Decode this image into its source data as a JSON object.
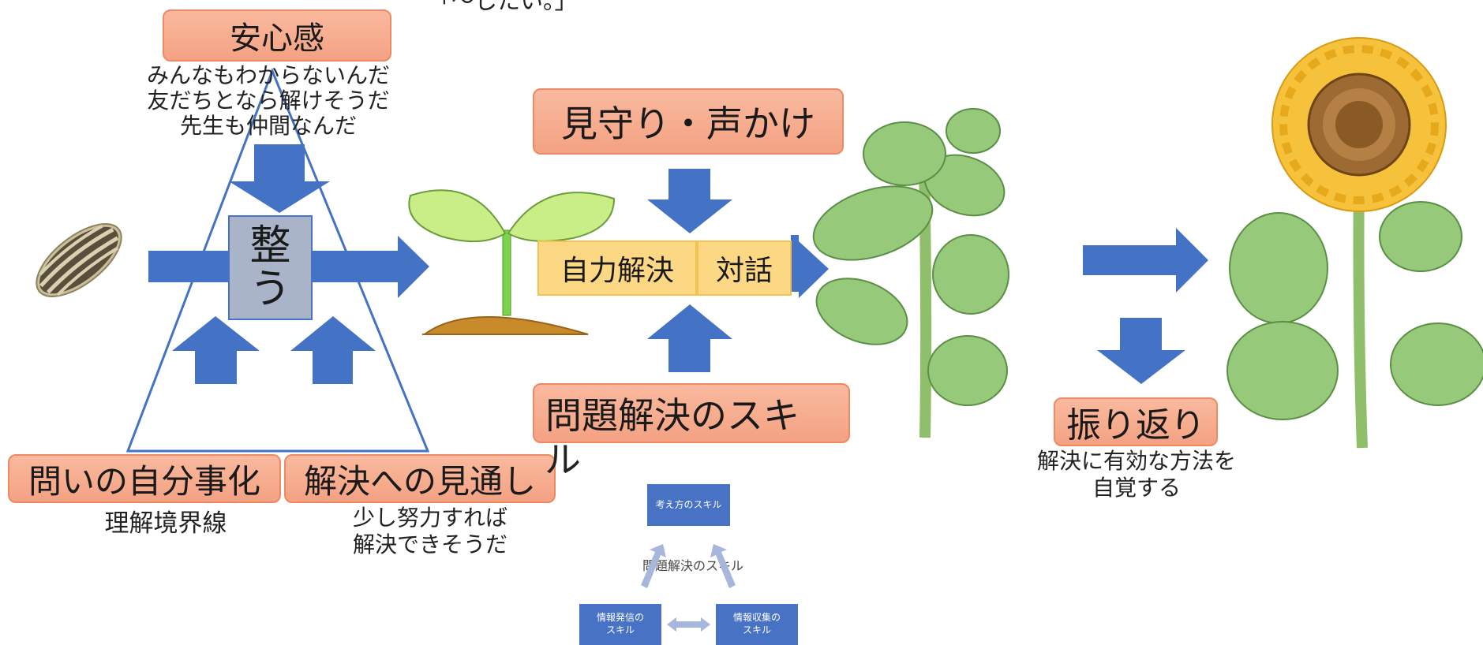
{
  "top_fragment": "「〜したい。」",
  "anshin": {
    "label": "安心感",
    "notes": [
      "みんなもわからないんだ",
      "友だちとなら解けそうだ",
      "先生も仲間なんだ"
    ]
  },
  "totonou": {
    "line1": "整",
    "line2": "う"
  },
  "jibungoto": {
    "label": "問いの自分事化",
    "note": "理解境界線"
  },
  "mitooshi": {
    "label": "解決への見通し",
    "note_line1": "少し努力すれば",
    "note_line2": "解決できそうだ"
  },
  "mimamori": {
    "label": "見守り・声かけ"
  },
  "jiryoku": {
    "label": "自力解決"
  },
  "taiwa": {
    "label": "対話"
  },
  "mondai": {
    "label_main": "問題解決のスキ",
    "label_overflow": "ル"
  },
  "furikaeri": {
    "label": "振り返り",
    "note_line1": "解決に有効な方法を",
    "note_line2": "自覚する"
  },
  "skills": {
    "top": "考え方のスキル",
    "center": "問題解決のスキル",
    "left_line1": "情報発信の",
    "left_line2": "スキル",
    "right_line1": "情報収集の",
    "right_line2": "スキル"
  },
  "colors": {
    "arrow": "#4472c4",
    "salmon": "#f4a283",
    "yellow": "#fdd884",
    "totonou_box": "#a9b4c9"
  }
}
